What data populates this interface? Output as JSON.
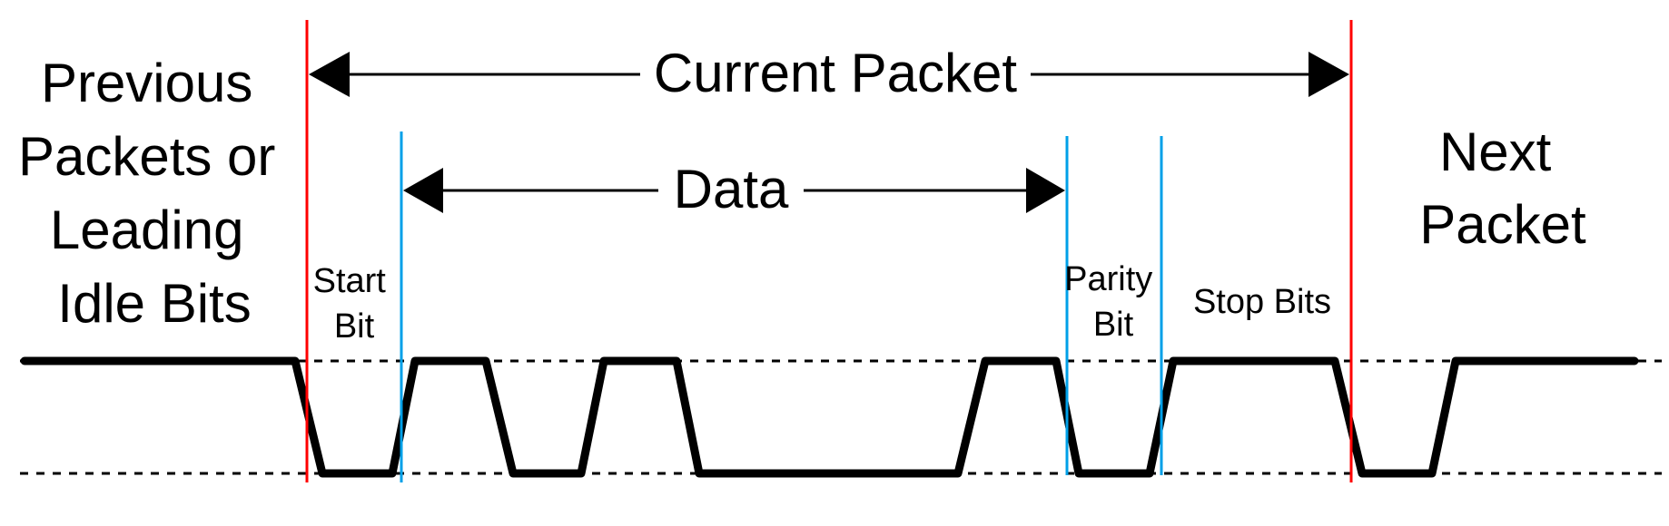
{
  "labels": {
    "previous": [
      "Previous",
      "Packets or",
      "Leading",
      "Idle Bits"
    ],
    "current_packet": "Current Packet",
    "data": "Data",
    "start_bit": [
      "Start",
      "Bit"
    ],
    "parity_bit": [
      "Parity",
      "Bit"
    ],
    "stop_bits": "Stop Bits",
    "next_packet": [
      "Next",
      "Packet"
    ]
  },
  "colors": {
    "packet_boundary": "#ff0000",
    "field_boundary": "#00a0e8",
    "signal": "#000000",
    "reference_lines": "#000000"
  }
}
